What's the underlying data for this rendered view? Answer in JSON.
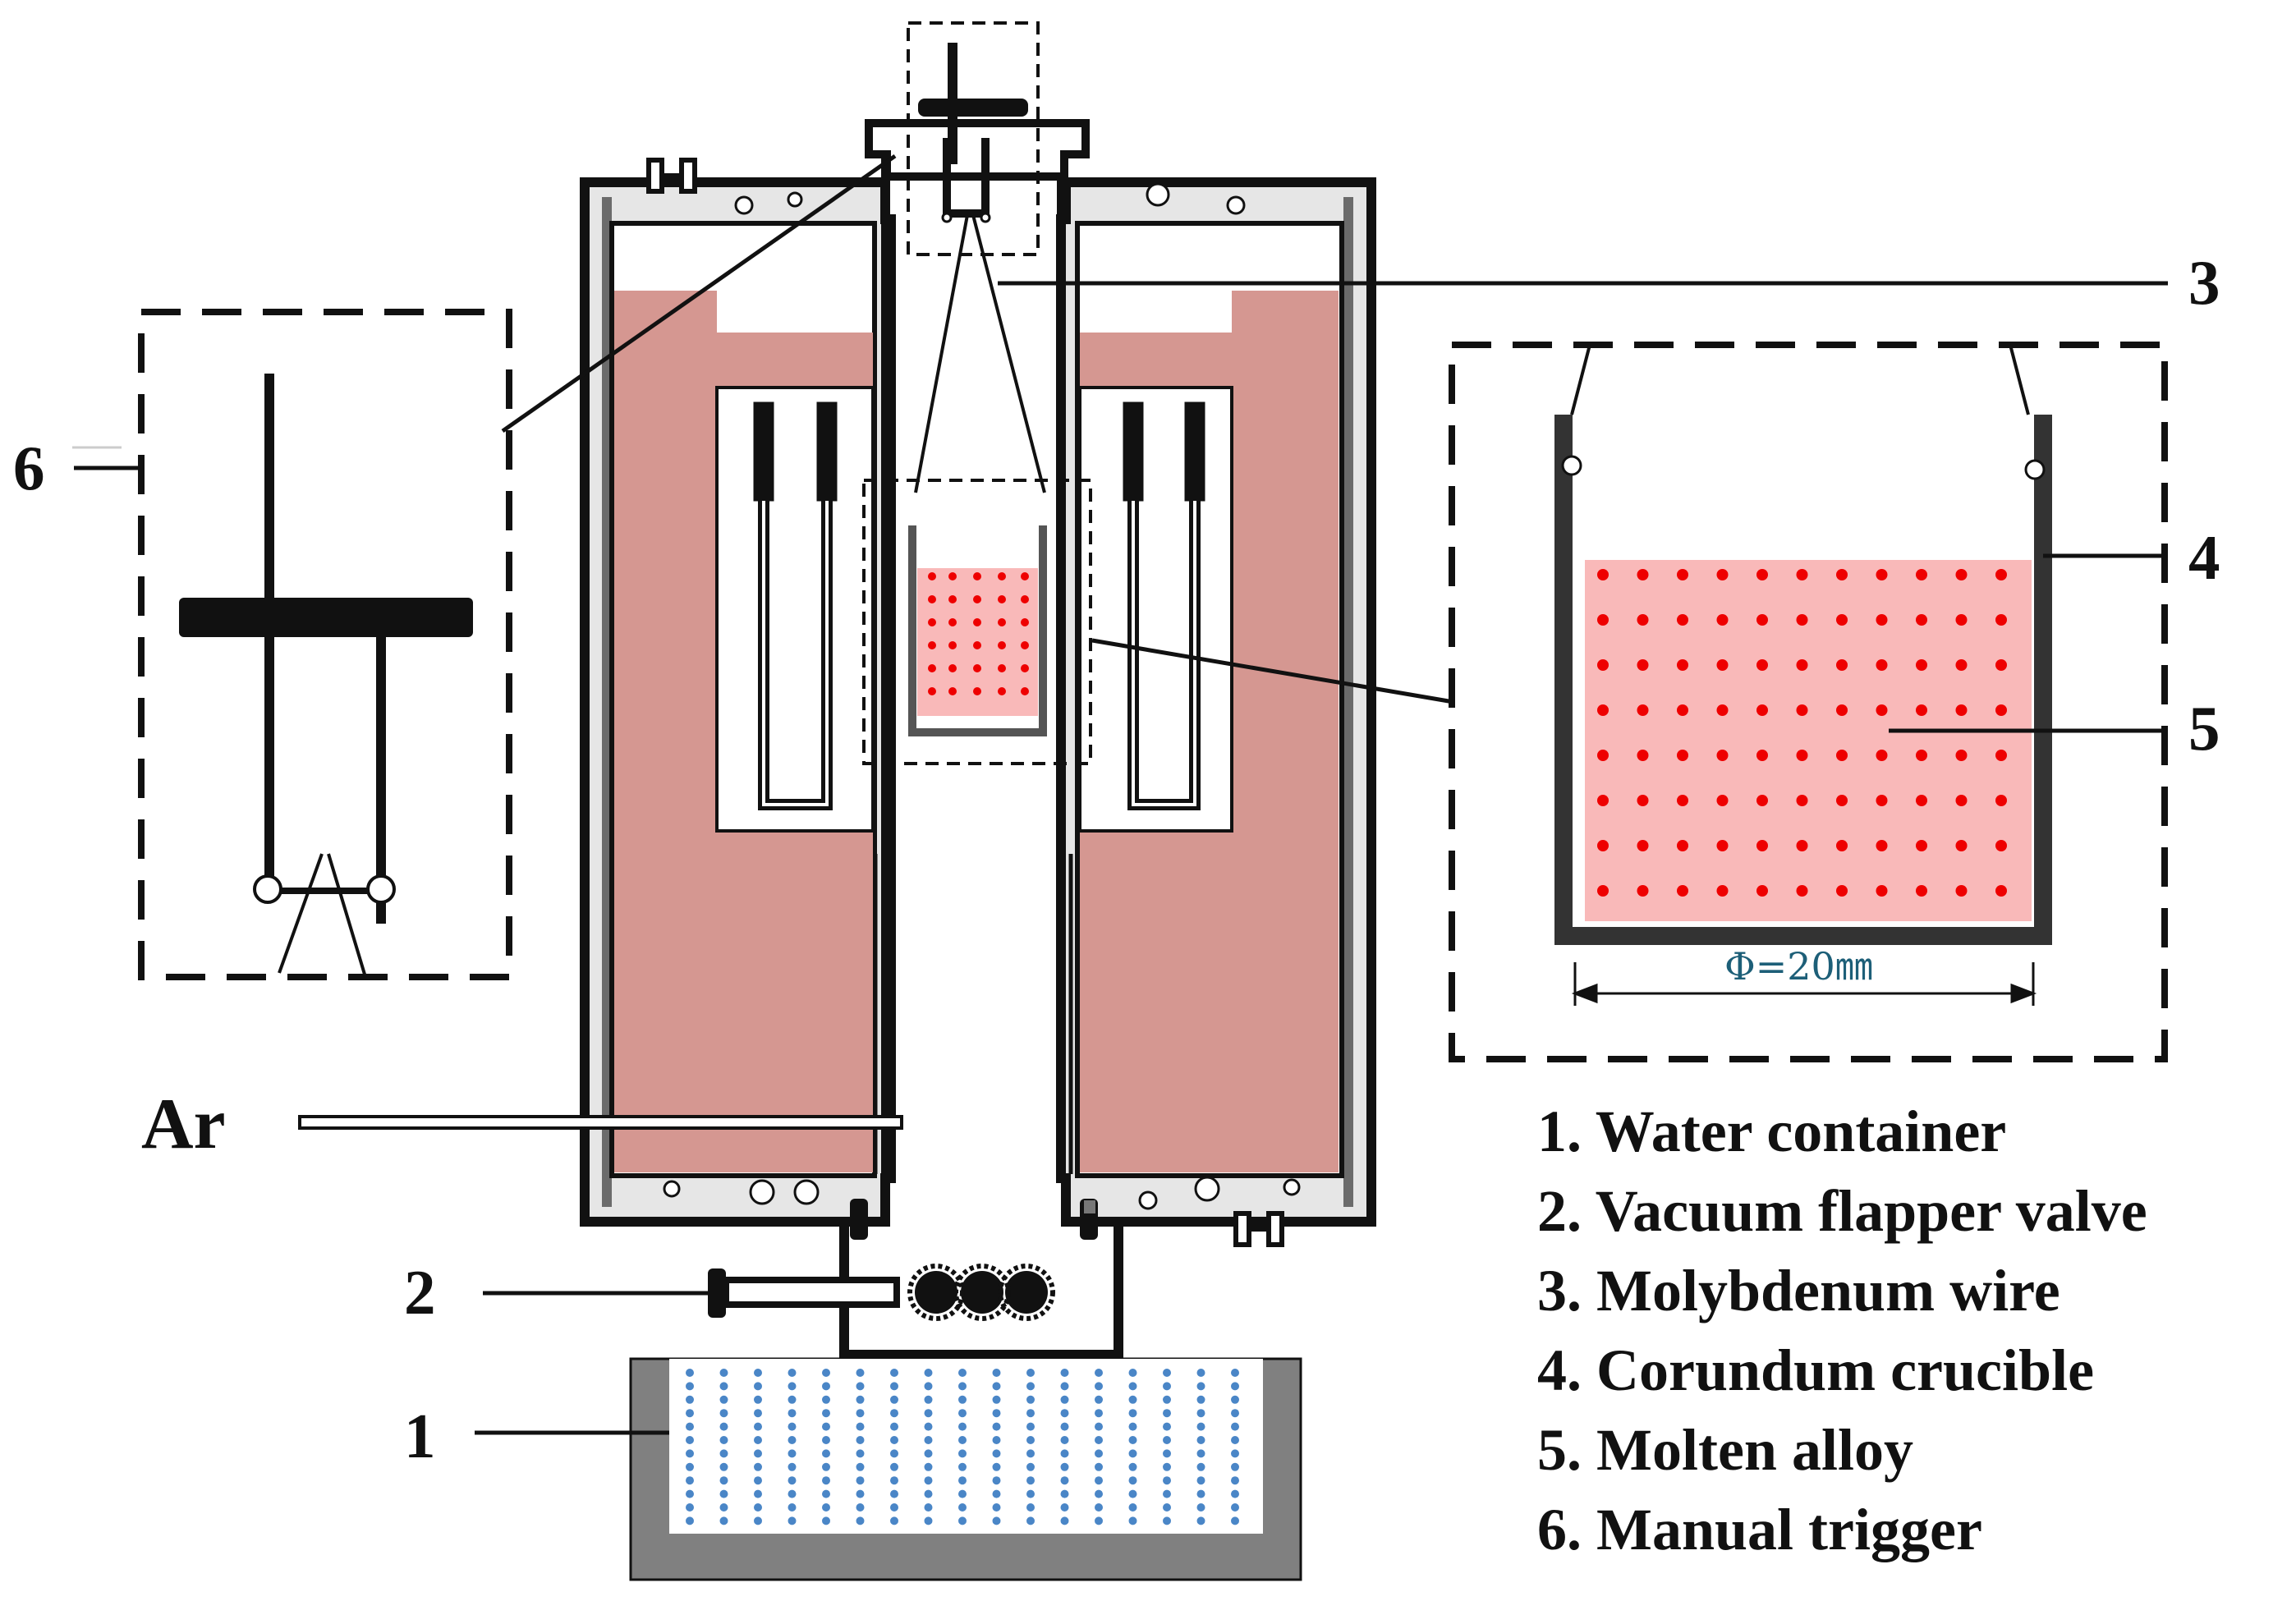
{
  "callouts": {
    "one": "1",
    "two": "2",
    "three": "3",
    "four": "4",
    "five": "5",
    "six": "6"
  },
  "gas_label": "Ar",
  "dimension_label": "Φ=20㎜",
  "legend": [
    "1. Water container",
    "2. Vacuum flapper valve",
    "3. Molybdenum wire",
    "4. Corundum crucible",
    "5. Molten alloy",
    "6. Manual trigger"
  ],
  "colors": {
    "insulation": "#d59791",
    "alloy_fill": "#f9b9b9",
    "alloy_dots": "#ee0000",
    "water_dots": "#4a86c7",
    "vessel_gray": "#808080",
    "wall_light": "#e6e6e6"
  }
}
